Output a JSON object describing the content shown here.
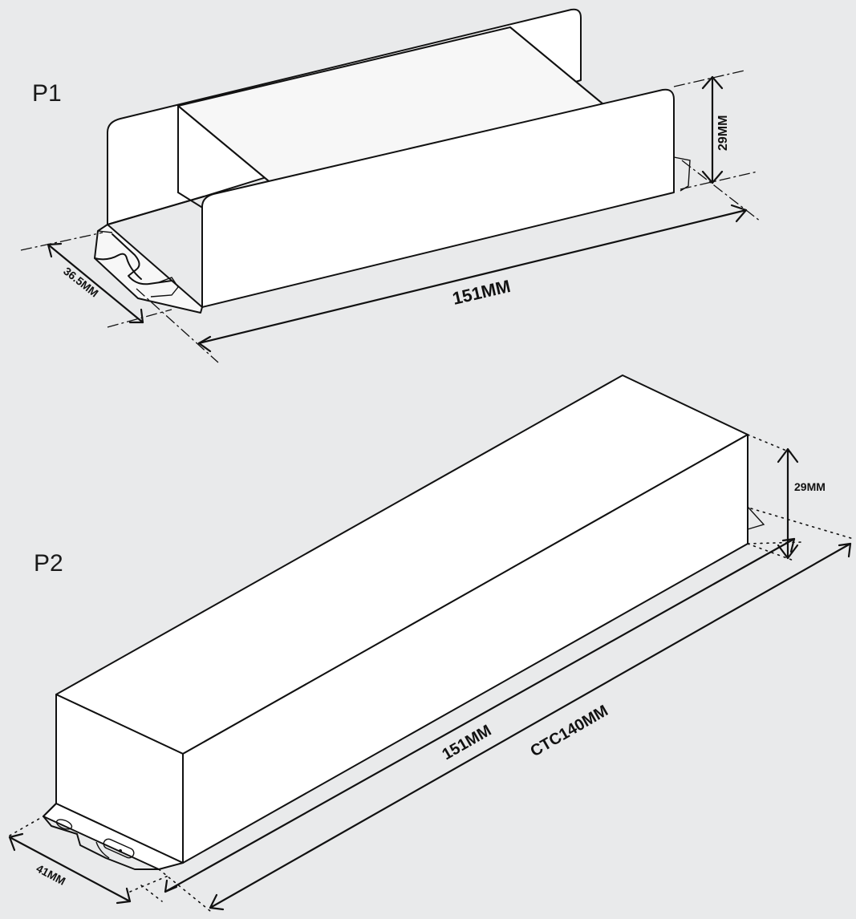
{
  "views": [
    {
      "label": "P1",
      "dimensions": {
        "length": "151MM",
        "width": "36.5MM",
        "height": "29MM"
      }
    },
    {
      "label": "P2",
      "dimensions": {
        "length": "151MM",
        "mounting_centers": "CTC140MM",
        "width": "41MM",
        "height": "29MM"
      }
    }
  ]
}
